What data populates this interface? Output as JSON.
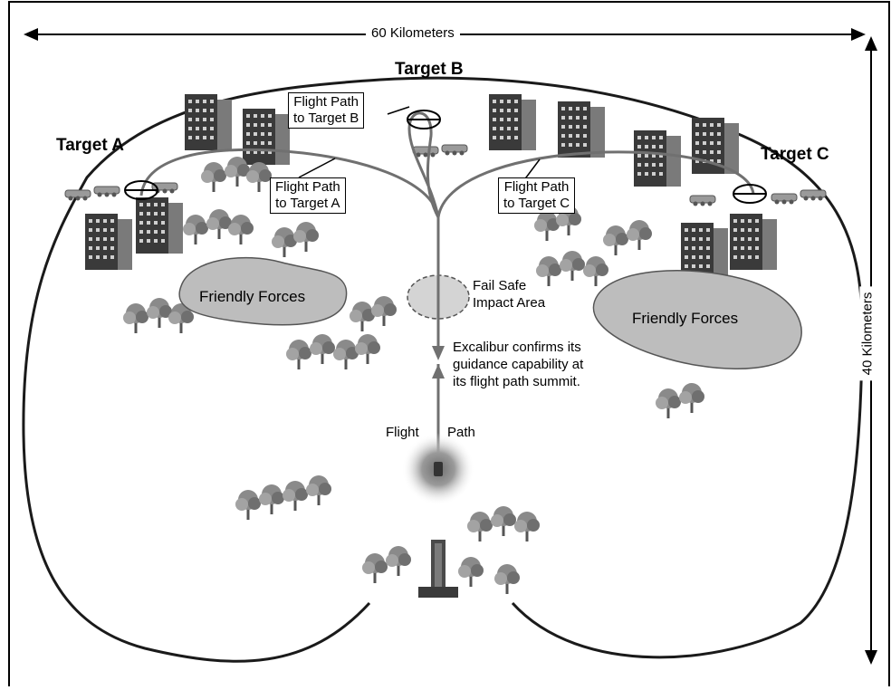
{
  "dimensions": {
    "width": "60 Kilometers",
    "height": "40 Kilometers"
  },
  "targets": [
    {
      "name": "Target A"
    },
    {
      "name": "Target B"
    },
    {
      "name": "Target C"
    }
  ],
  "callouts": {
    "target_a": {
      "line1": "Flight Path",
      "line2": "to Target A"
    },
    "target_b": {
      "line1": "Flight Path",
      "line2": "to Target B"
    },
    "target_c": {
      "line1": "Flight Path",
      "line2": "to Target C"
    }
  },
  "areas": {
    "friendly_left": "Friendly Forces",
    "friendly_right": "Friendly Forces",
    "fail_safe_line1": "Fail Safe",
    "fail_safe_line2": "Impact Area"
  },
  "annotation": {
    "lines": [
      "Excalibur confirms its",
      "guidance capability at",
      "its flight path summit."
    ]
  },
  "flight_path_label": {
    "left": "Flight",
    "right": "Path"
  },
  "colors": {
    "path": "#707070",
    "friendly_area": "#bdbdbd",
    "outline": "#1a1a1a"
  }
}
